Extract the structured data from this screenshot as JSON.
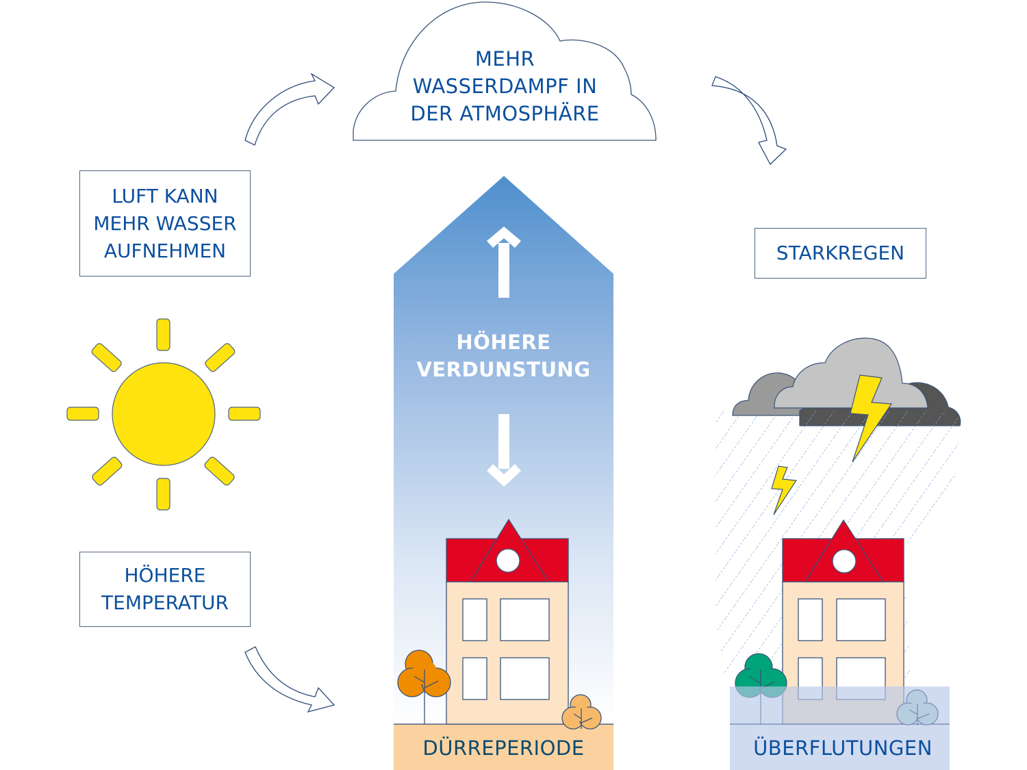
{
  "diagram": {
    "title_cloud": "MEHR\nWASSERDAMPF IN\nDER ATMOSPHÄRE",
    "box_air": "LUFT KANN\nMEHR WASSER\nAUFNEHMEN",
    "box_temperature": "HÖHERE\nTEMPERATUR",
    "box_heavy_rain": "STARKREGEN",
    "evaporation": "HÖHERE\nVERDUNSTUNG",
    "drought": "DÜRREPERIODE",
    "flooding": "ÜBERFLUTUNGEN"
  },
  "colors": {
    "text_blue": "#0b4f9e",
    "outline": "#4d6380",
    "sun_yellow": "#ffe30f",
    "roof_red": "#e10522",
    "wall_beige": "#fde4c6",
    "drought_ground": "#fbd29f",
    "flood_water": "#cdd8ef",
    "tree_orange": "#f08c00",
    "tree_light_orange": "#f6b96a",
    "tree_green": "#00a47a",
    "gradient_top": "#4f8fcd",
    "gradient_bottom": "#ffffff"
  }
}
